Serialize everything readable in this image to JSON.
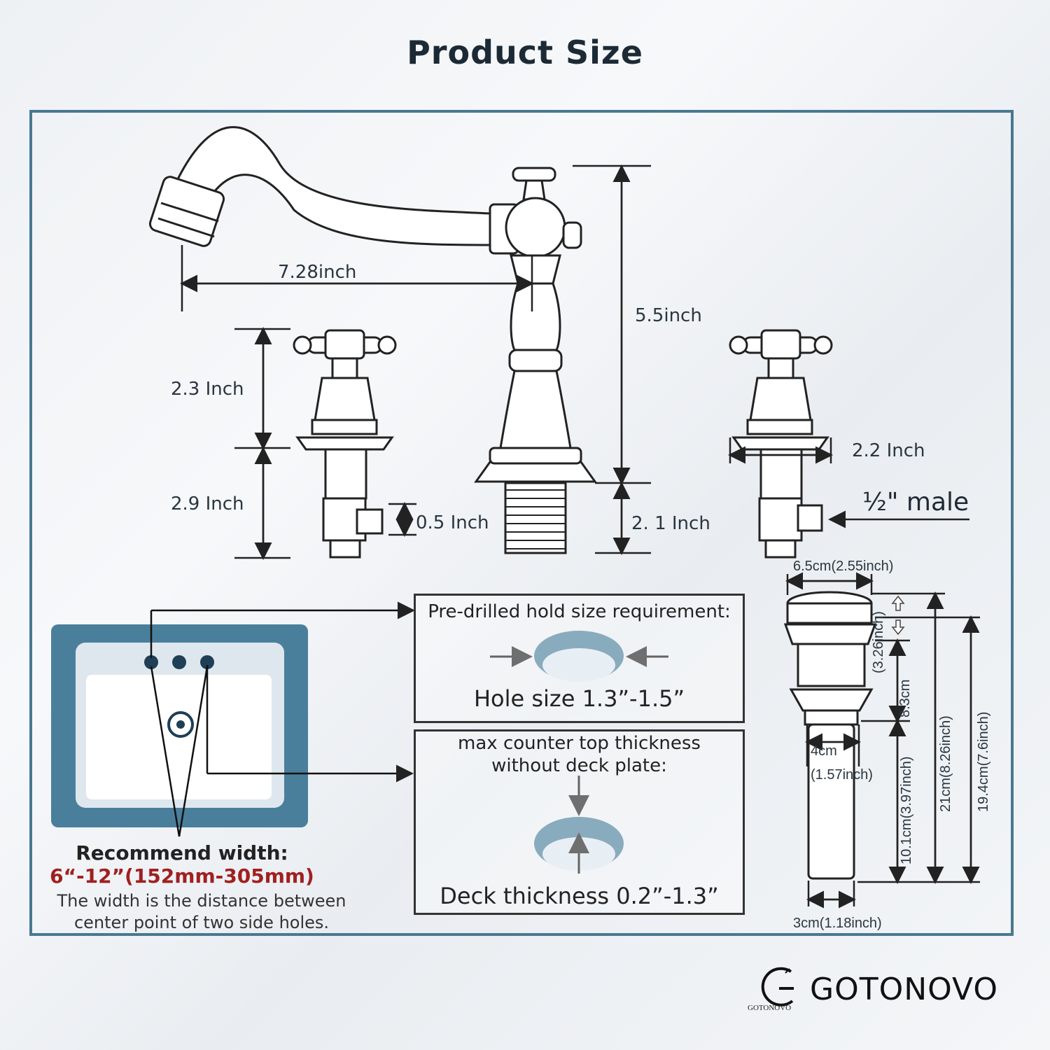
{
  "title": "Product Size",
  "dimensions": {
    "spout_reach": "7.28inch",
    "spout_height": "5.5inch",
    "handle_height": "2.3 Inch",
    "valve_length": "2.9 Inch",
    "inlet": "0.5 Inch",
    "shank_length": "2. 1 Inch",
    "handle_base_width": "2.2 Inch",
    "connection": "½\" male"
  },
  "drain": {
    "cap_width": "6.5cm(2.55inch)",
    "body_height": "8.3cm",
    "body_height_in": "(3.26inch)",
    "thread_width": "4cm",
    "thread_width_in": "(1.57inch)",
    "tail_length": "10.1cm(3.97inch)",
    "total_height": "21cm(8.26inch)",
    "overall": "19.4cm(7.6inch)",
    "tail_width": "3cm(1.18inch)"
  },
  "hole_box": {
    "heading": "Pre-drilled hold size requirement:",
    "value": "Hole size 1.3”-1.5”"
  },
  "deck_box": {
    "heading_line1": "max counter top thickness",
    "heading_line2": "without deck plate:",
    "value": "Deck thickness 0.2”-1.3”"
  },
  "recommend": {
    "label": "Recommend width:",
    "range": "6“-12”(152mm-305mm)",
    "note_line1": "The width is the distance between",
    "note_line2": "center point of two side holes."
  },
  "brand": {
    "name": "GOTONOVO",
    "logo_small": "GOTONOVO"
  },
  "colors": {
    "frame": "#4a7890",
    "sink": "#4a7f9c",
    "accent_red": "#a02020"
  }
}
